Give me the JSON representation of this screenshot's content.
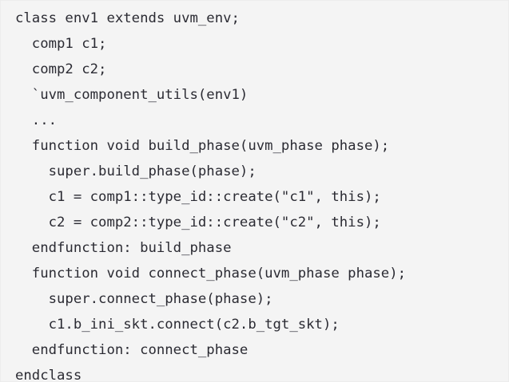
{
  "code_block": {
    "language": "systemverilog-uvm",
    "background_color": "#f4f4f4",
    "text_color": "#2b2b33",
    "border_color": "#ececec",
    "line_count": 14,
    "lines": [
      {
        "index": 1,
        "indent_spaces": 0,
        "text": "class env1 extends uvm_env;"
      },
      {
        "index": 2,
        "indent_spaces": 2,
        "text": "  comp1 c1;"
      },
      {
        "index": 3,
        "indent_spaces": 2,
        "text": "  comp2 c2;"
      },
      {
        "index": 4,
        "indent_spaces": 2,
        "text": "  `uvm_component_utils(env1)"
      },
      {
        "index": 5,
        "indent_spaces": 2,
        "text": "  ..."
      },
      {
        "index": 6,
        "indent_spaces": 2,
        "text": "  function void build_phase(uvm_phase phase);"
      },
      {
        "index": 7,
        "indent_spaces": 4,
        "text": "    super.build_phase(phase);"
      },
      {
        "index": 8,
        "indent_spaces": 4,
        "text": "    c1 = comp1::type_id::create(\"c1\", this);"
      },
      {
        "index": 9,
        "indent_spaces": 4,
        "text": "    c2 = comp2::type_id::create(\"c2\", this);"
      },
      {
        "index": 10,
        "indent_spaces": 2,
        "text": "  endfunction: build_phase"
      },
      {
        "index": 11,
        "indent_spaces": 2,
        "text": "  function void connect_phase(uvm_phase phase);"
      },
      {
        "index": 12,
        "indent_spaces": 4,
        "text": "    super.connect_phase(phase);"
      },
      {
        "index": 13,
        "indent_spaces": 4,
        "text": "    c1.b_ini_skt.connect(c2.b_tgt_skt);"
      },
      {
        "index": 14,
        "indent_spaces": 2,
        "text": "  endfunction: connect_phase"
      },
      {
        "index": 15,
        "indent_spaces": 0,
        "text": "endclass"
      }
    ]
  }
}
